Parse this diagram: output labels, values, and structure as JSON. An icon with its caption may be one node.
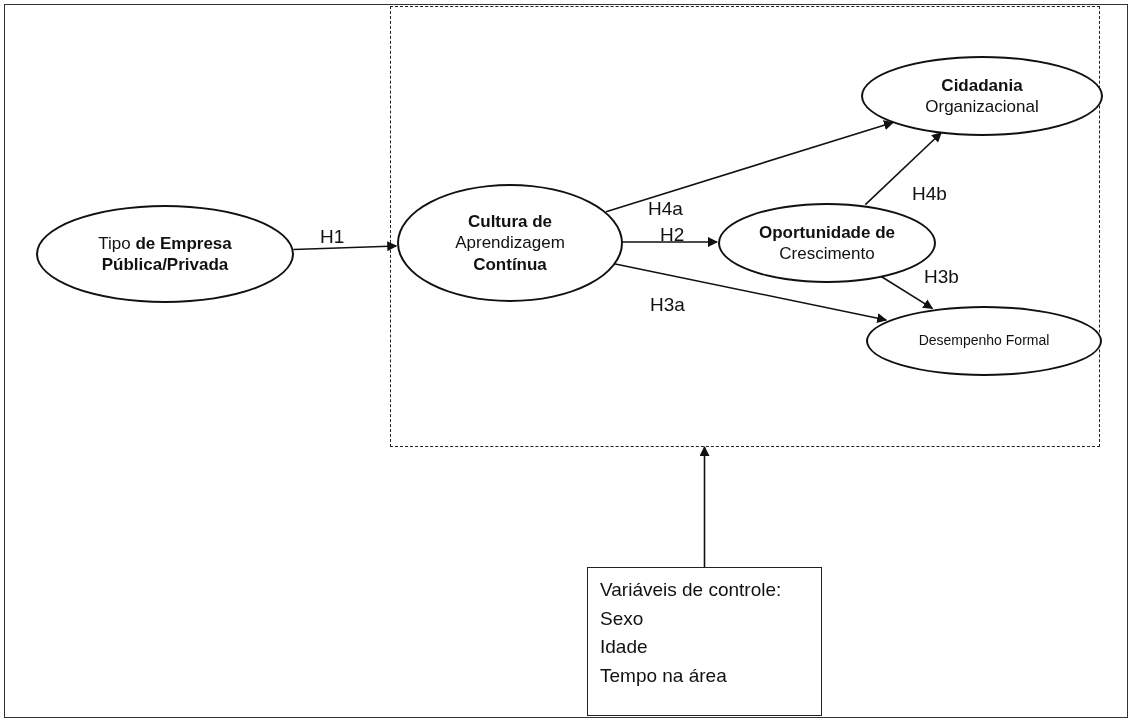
{
  "diagram": {
    "nodes": [
      {
        "text": [
          "Tipo **de Empresa Pública/Privada**"
        ]
      },
      {
        "text": [],
        "shape": "box"
      },
      {
        "text": [
          "**Cidadania** Organizacional"
        ],
        "in": 1
      },
      {
        "text": [
          "**Cultura de** Aprendizagem **Contínua**"
        ],
        "in": 1
      },
      {
        "text": [
          "**Oportunidade de** Crescimento"
        ],
        "in": 1
      },
      {
        "text": [
          "Desempenho Formal"
        ],
        "in": 1
      },
      {
        "text": [
          "Variáveis de controle:",
          "Sexo",
          "Idade",
          "Tempo na área"
        ]
      }
    ],
    "edges": [
      {
        "from": 0,
        "to": 3,
        "arrow": "to",
        "label": "H1"
      },
      {
        "from": 3,
        "to": 2,
        "arrow": "to",
        "label": "H4a"
      },
      {
        "from": 3,
        "to": 4,
        "arrow": "to",
        "label": "H2"
      },
      {
        "from": 3,
        "to": 5,
        "arrow": "to",
        "label": "H3a"
      },
      {
        "from": 4,
        "to": 2,
        "arrow": "to",
        "label": "H4b"
      },
      {
        "from": 4,
        "to": 5,
        "arrow": "to",
        "label": "H3b"
      },
      {
        "from": 6,
        "to": 1,
        "arrow": "to"
      }
    ]
  }
}
